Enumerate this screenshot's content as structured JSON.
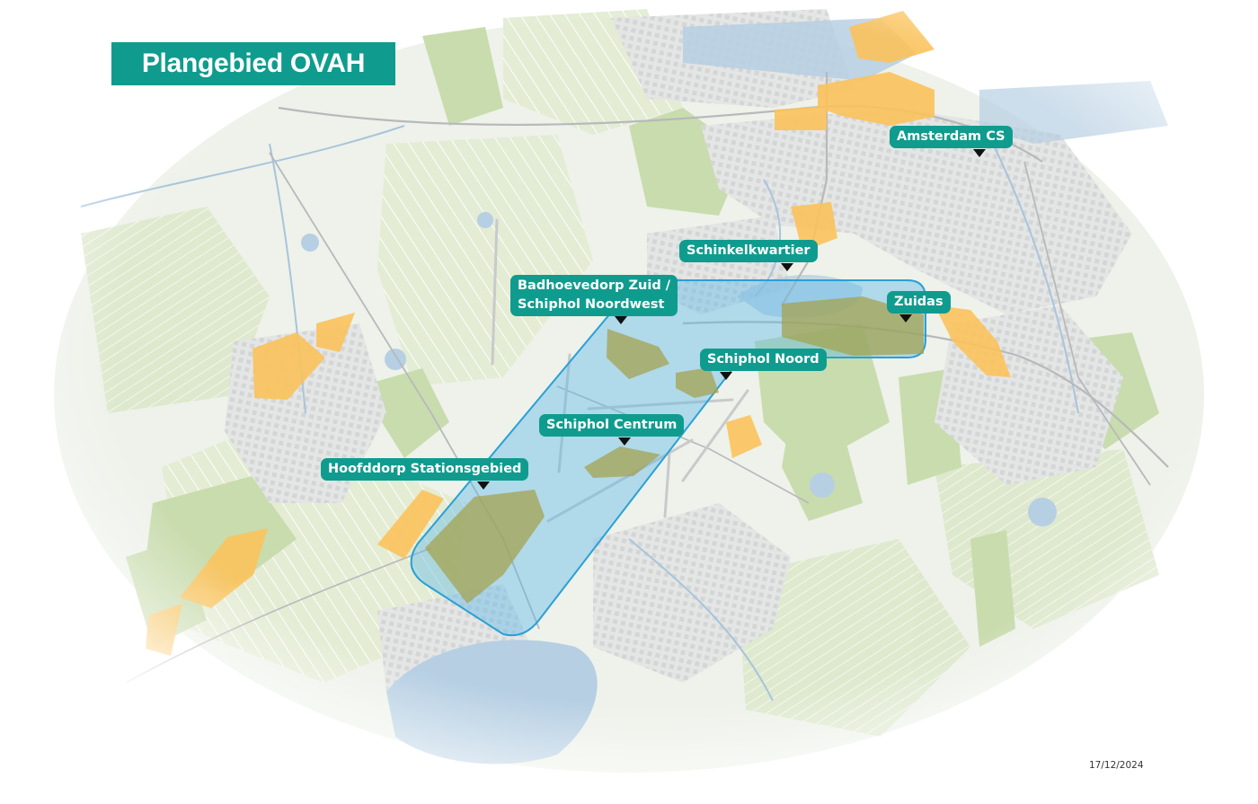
{
  "map": {
    "title": "Plangebied OVAH",
    "date": "17/12/2024",
    "colors": {
      "label_background": "#0f9c8e",
      "label_text": "#ffffff",
      "study_area_fill": "#5bb8e6",
      "study_area_stroke": "#2aa0d6",
      "development_area": "#fbc35c",
      "green_space": "#c9dcae",
      "water": "#b6cfe3",
      "urban": "#dedfdf"
    },
    "labels": [
      {
        "text": "Amsterdam CS"
      },
      {
        "text": "Schinkelkwartier"
      },
      {
        "text": "Badhoevedorp Zuid / Schiphol Noordwest",
        "line1": "Badhoevedorp Zuid /",
        "line2": "Schiphol Noordwest"
      },
      {
        "text": "Zuidas"
      },
      {
        "text": "Schiphol Noord"
      },
      {
        "text": "Schiphol Centrum"
      },
      {
        "text": "Hoofddorp Stationsgebied"
      }
    ]
  }
}
